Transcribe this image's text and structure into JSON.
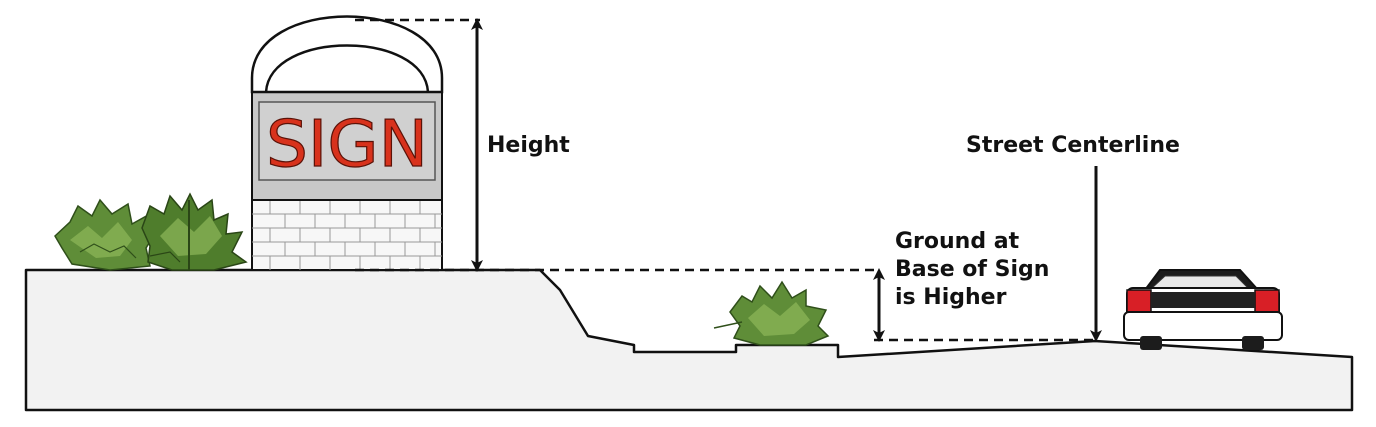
{
  "diagram": {
    "sign_text": "SIGN",
    "labels": {
      "height": "Height",
      "street_centerline": "Street Centerline",
      "ground_line1": "Ground at",
      "ground_line2": "Base of Sign",
      "ground_line3": "is Higher"
    },
    "colors": {
      "ground_fill": "#f2f2f2",
      "outline": "#111111",
      "sign_panel": "#c8c8c8",
      "sign_text": "#d8321c",
      "brick": "#f7f7f7",
      "shrub_dark": "#3f6e24",
      "shrub_light": "#8fb85a",
      "car_red": "#d81f26",
      "car_body": "#ffffff"
    },
    "icons": {
      "shrub": "shrub-icon",
      "car": "car-icon",
      "arrow": "double-arrow-icon"
    }
  }
}
